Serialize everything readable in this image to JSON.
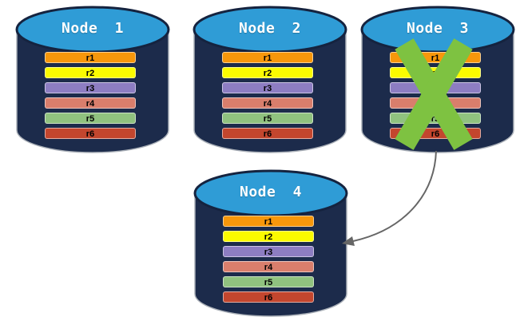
{
  "diagram": {
    "description_colors": {
      "cylinder_body": "#1C2B4B",
      "cylinder_outline": "#AAB0B8",
      "cylinder_top": "#2F9CD6",
      "cylinder_top_border": "#15233F",
      "failure_x": "#7EC241",
      "arrow": "#666666",
      "title_text": "#FFFFFF",
      "row_text": "#000000"
    },
    "rows": [
      {
        "label": "r1",
        "color": "#F7970B"
      },
      {
        "label": "r2",
        "color": "#FBFB00"
      },
      {
        "label": "r3",
        "color": "#8D7DC2"
      },
      {
        "label": "r4",
        "color": "#D97E6C"
      },
      {
        "label": "r5",
        "color": "#90C27F"
      },
      {
        "label": "r6",
        "color": "#C3462E"
      }
    ],
    "nodes": [
      {
        "label": "Node 1",
        "failed": false
      },
      {
        "label": "Node 2",
        "failed": false
      },
      {
        "label": "Node 3",
        "failed": true
      },
      {
        "label": "Node 4",
        "failed": false
      }
    ]
  }
}
